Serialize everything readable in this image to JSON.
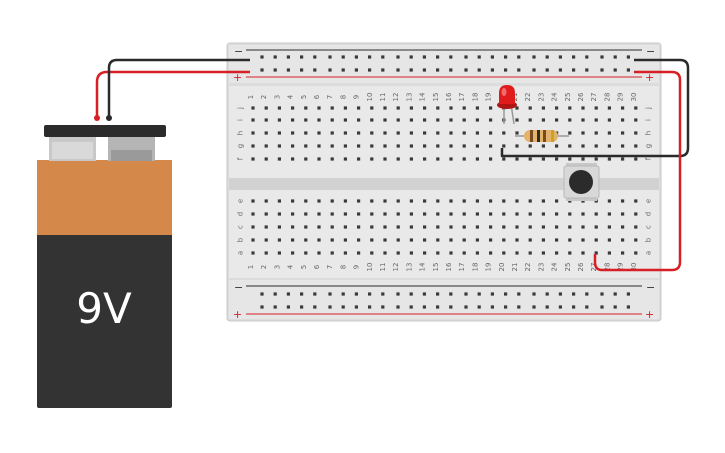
{
  "battery": {
    "label": "9V",
    "top_color": "#d4894a",
    "body_color": "#333333"
  },
  "breadboard": {
    "rail_plus": "+",
    "rail_minus": "−",
    "row_letters_top": [
      "j",
      "i",
      "h",
      "g",
      "f"
    ],
    "row_letters_bottom": [
      "e",
      "d",
      "c",
      "b",
      "a"
    ],
    "column_numbers": [
      "1",
      "2",
      "3",
      "4",
      "5",
      "6",
      "7",
      "8",
      "9",
      "10",
      "11",
      "12",
      "13",
      "14",
      "15",
      "16",
      "17",
      "18",
      "19",
      "20",
      "21",
      "22",
      "23",
      "24",
      "25",
      "26",
      "27",
      "28",
      "29",
      "30"
    ]
  },
  "components": {
    "led": {
      "color": "#e01b1b",
      "name": "led"
    },
    "resistor": {
      "name": "resistor"
    },
    "pushbutton": {
      "name": "pushbutton"
    }
  },
  "wires": {
    "red": "#d62026",
    "black": "#2b2b2b"
  }
}
